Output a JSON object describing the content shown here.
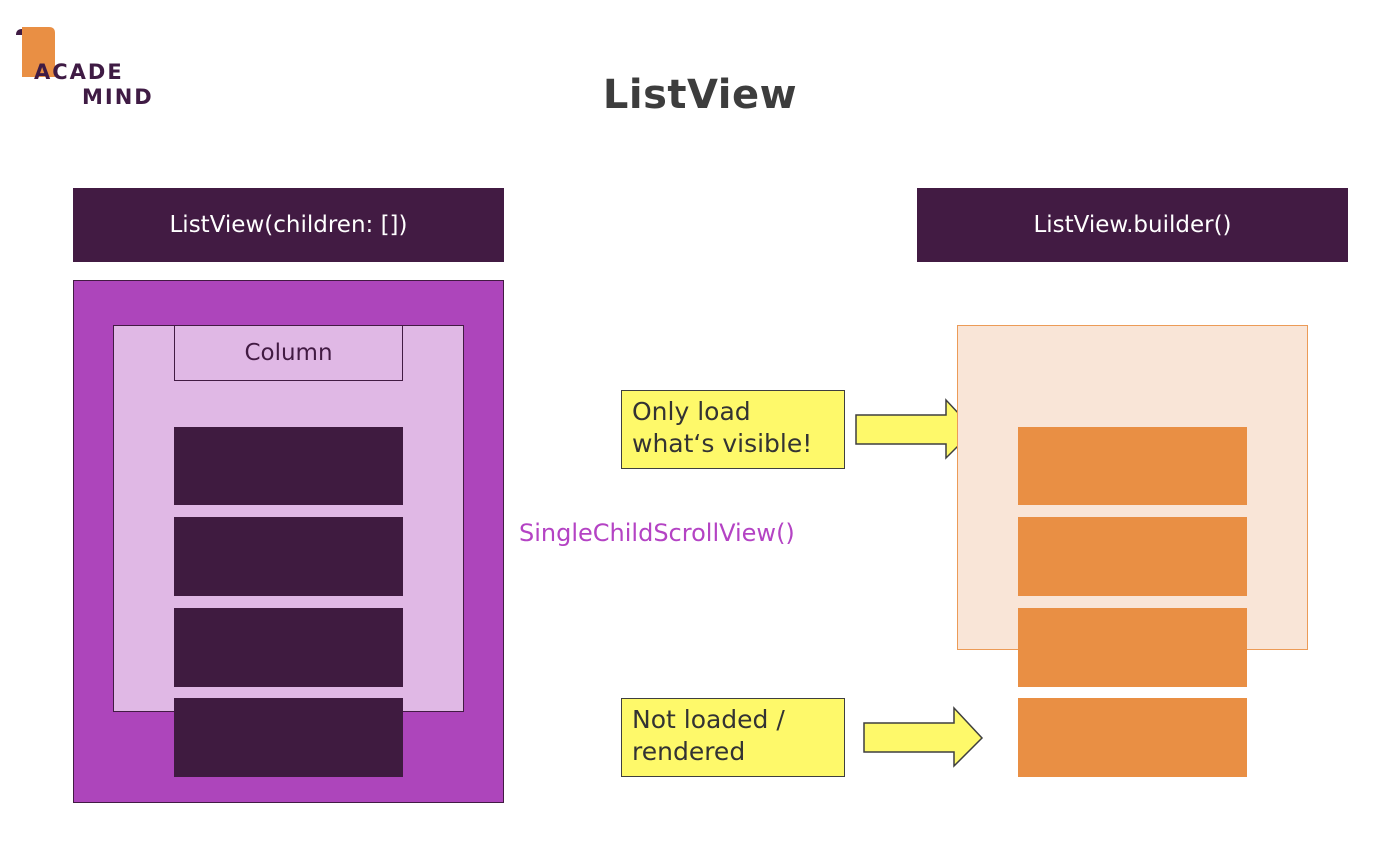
{
  "logo": {
    "line1": "ACADE",
    "line2": "MIND"
  },
  "title": "ListView",
  "left": {
    "header": "ListView(children: [])",
    "column_label": "Column"
  },
  "middle": {
    "scroll_label": "SingleChildScrollView()",
    "note_visible": {
      "line1": "Only load",
      "line2": "what‘s visible!"
    },
    "note_hidden": {
      "line1": "Not loaded /",
      "line2": "rendered"
    }
  },
  "right": {
    "header": "ListView.builder()"
  },
  "colors": {
    "dark_purple": "#421b43",
    "purple": "#ad45bb",
    "lilac": "#e0b8e5",
    "accent_text": "#b443c4",
    "note_yellow": "#fef96a",
    "peach": "#f9e5d7",
    "orange": "#e98f44",
    "logo_orange": "#e98f44"
  }
}
